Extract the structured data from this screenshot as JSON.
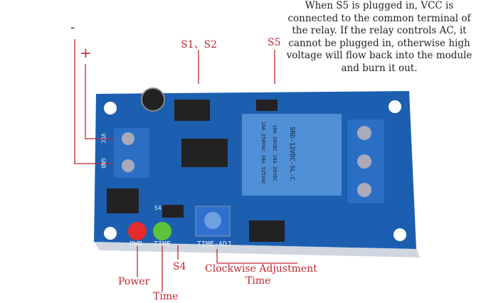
{
  "labels": {
    "minus": "-",
    "plus": "+",
    "s1_s2": "S1、S2",
    "s5": "S5",
    "power": "Power",
    "time": "Time",
    "s4": "S4",
    "clockwise_line1": "Clockwise Adjustment",
    "clockwise_line2": "Time"
  },
  "note": "When S5 is plugged in, VCC is connected to the common terminal of the relay. If the relay controls AC, it cannot be plugged in, otherwise high voltage will flow back into the module and burn it out.",
  "silkscreen": {
    "pwr": "PWR",
    "time": "TIME",
    "time_adj": "TIME-ADJ",
    "vcc": "VCC",
    "gnd": "GND",
    "s4": "S4",
    "relay_model": "SRD-12VDC-SL-C",
    "relay_rating1": "10A 250VAC 10A 125VAC",
    "relay_rating2": "10A 30VDC 10A 28VDC"
  },
  "colors": {
    "annotation": "#c0282d",
    "board": "#1c5fb0",
    "relay": "#4f8fd6",
    "terminal": "#2a6fc4",
    "led_power": "#e52b2b",
    "led_time": "#5cc43a"
  }
}
